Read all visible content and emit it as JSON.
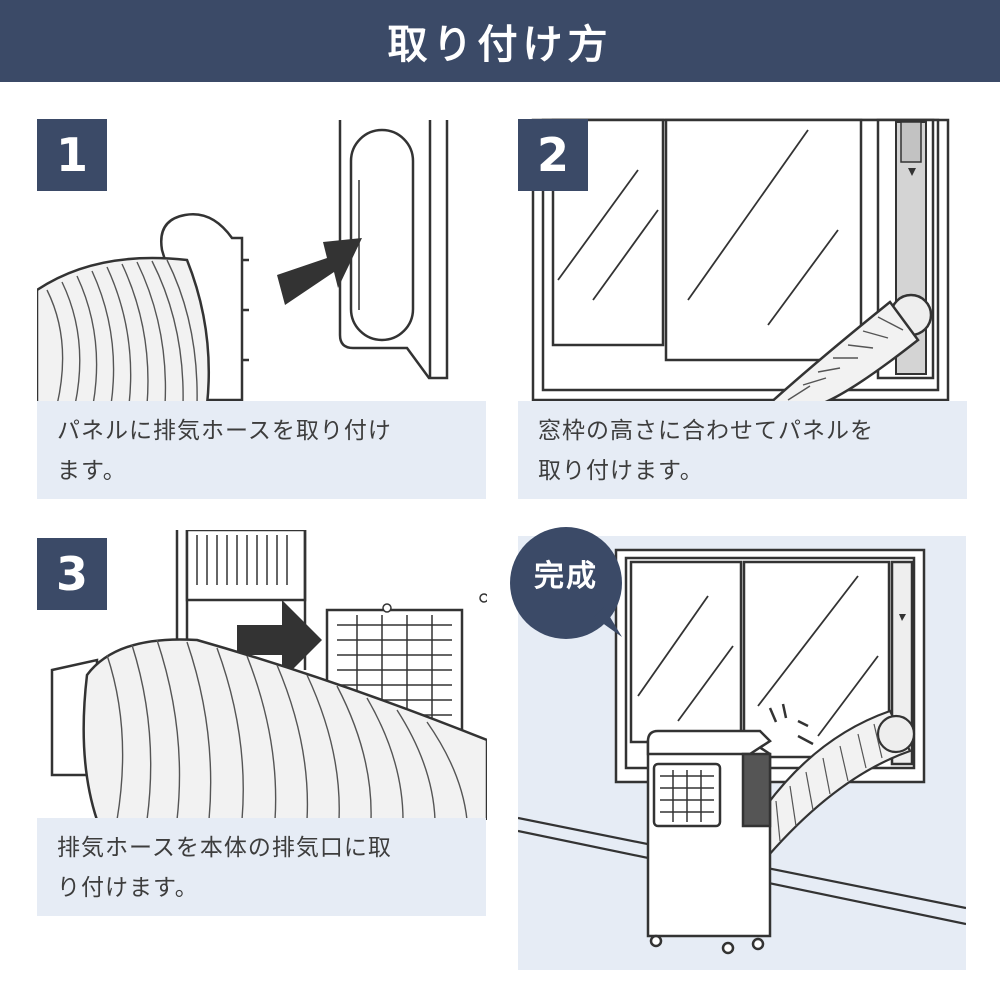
{
  "header": {
    "title": "取り付け方"
  },
  "steps": [
    {
      "number": "1",
      "caption_line1": "パネルに排気ホースを取り付け",
      "caption_line2": "ます。"
    },
    {
      "number": "2",
      "caption_line1": "窓枠の高さに合わせてパネルを",
      "caption_line2": "取り付けます。"
    },
    {
      "number": "3",
      "caption_line1": "排気ホースを本体の排気口に取",
      "caption_line2": "り付けます。"
    }
  ],
  "complete": {
    "badge": "完成"
  },
  "colors": {
    "navy": "#3b4a67",
    "caption_bg": "#e6ecf5",
    "caption_text": "#3d3d3d",
    "line": "#333333"
  }
}
